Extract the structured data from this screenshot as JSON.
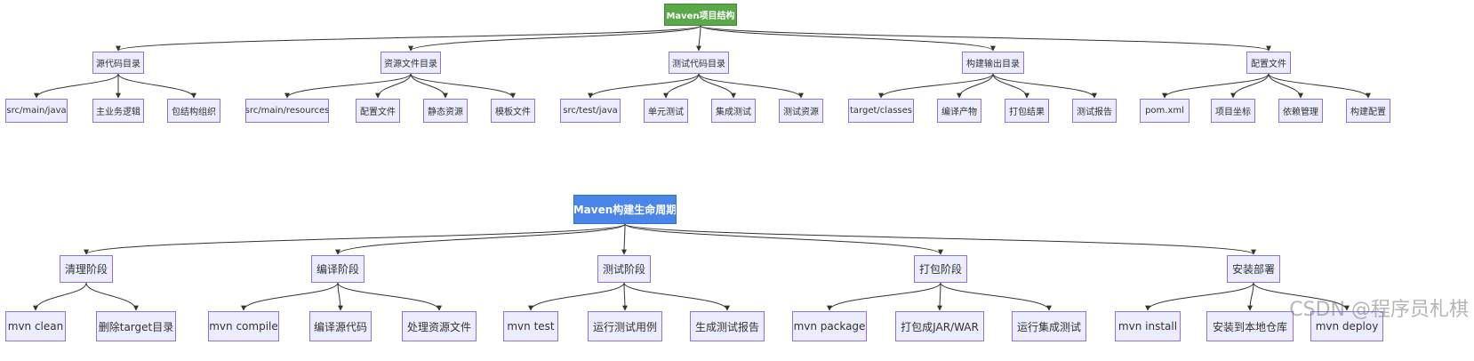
{
  "diagrams": [
    {
      "root": "Maven项目结构",
      "children": [
        {
          "label": "源代码目录",
          "children": [
            "src/main/java",
            "主业务逻辑",
            "包结构组织"
          ]
        },
        {
          "label": "资源文件目录",
          "children": [
            "src/main/resources",
            "配置文件",
            "静态资源",
            "模板文件"
          ]
        },
        {
          "label": "测试代码目录",
          "children": [
            "src/test/java",
            "单元测试",
            "集成测试",
            "测试资源"
          ]
        },
        {
          "label": "构建输出目录",
          "children": [
            "target/classes",
            "编译产物",
            "打包结果",
            "测试报告"
          ]
        },
        {
          "label": "配置文件",
          "children": [
            "pom.xml",
            "项目坐标",
            "依赖管理",
            "构建配置"
          ]
        }
      ]
    },
    {
      "root": "Maven构建生命周期",
      "children": [
        {
          "label": "清理阶段",
          "children": [
            "mvn clean",
            "删除target目录"
          ]
        },
        {
          "label": "编译阶段",
          "children": [
            "mvn compile",
            "编译源代码",
            "处理资源文件"
          ]
        },
        {
          "label": "测试阶段",
          "children": [
            "mvn test",
            "运行测试用例",
            "生成测试报告"
          ]
        },
        {
          "label": "打包阶段",
          "children": [
            "mvn package",
            "打包成JAR/WAR",
            "运行集成测试"
          ]
        },
        {
          "label": "安装部署",
          "children": [
            "mvn install",
            "安装到本地仓库",
            "mvn deploy"
          ]
        }
      ]
    }
  ],
  "watermark": "CSDN @程序员札棋",
  "colors": {
    "node_fill": "#ECECFF",
    "node_border": "#9370DB",
    "root1_fill": "#5aa84a",
    "root2_fill": "#4a86e8",
    "edge": "#333333"
  }
}
